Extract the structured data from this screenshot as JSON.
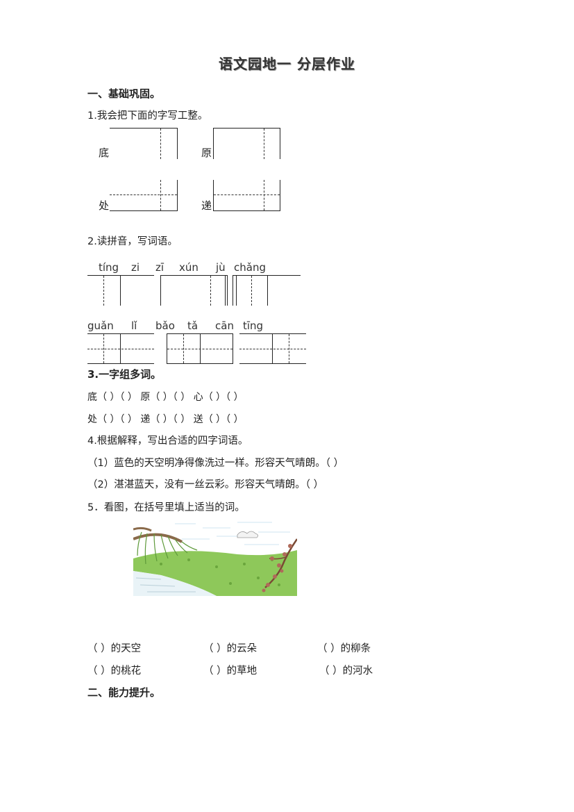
{
  "title": "语文园地一  分层作业",
  "section1": "一、基础巩固。",
  "q1": {
    "label": "1.我会把下面的字写工整。",
    "chars": [
      "底",
      "原",
      "处",
      "递"
    ]
  },
  "q2": {
    "label": "2.读拼音，写词语。",
    "row1": [
      "tíng",
      "zi",
      "zī",
      "xún",
      "jù",
      "chǎng"
    ],
    "row2": [
      "guǎn",
      "lǐ",
      "bǎo",
      "tǎ",
      "cān",
      "tīng"
    ]
  },
  "q3": {
    "label": "3.一字组多词。",
    "row1": "底（          ）（          ）  原（          ）（          ）  心（          ）（          ）",
    "row2": "处（          ）（          ）  递（          ）（          ）  送（          ）（          ）"
  },
  "q4": {
    "label": "4.根据解释，写出合适的四字词语。",
    "item1": "（1）蓝色的天空明净得像洗过一样。形容天气晴朗。（          ）",
    "item2": "（2）湛湛蓝天，没有一丝云彩。形容天气晴朗。（          ）"
  },
  "q5": {
    "label": "5．看图，在括号里填上适当的词。",
    "image_name": "willow-river-illustration",
    "blanks": [
      "（          ）的天空",
      "（          ）的云朵",
      "（          ）的柳条",
      "（          ）的桃花",
      "（          ）的草地",
      "（          ）的河水"
    ]
  },
  "section2": "二、能力提升。"
}
